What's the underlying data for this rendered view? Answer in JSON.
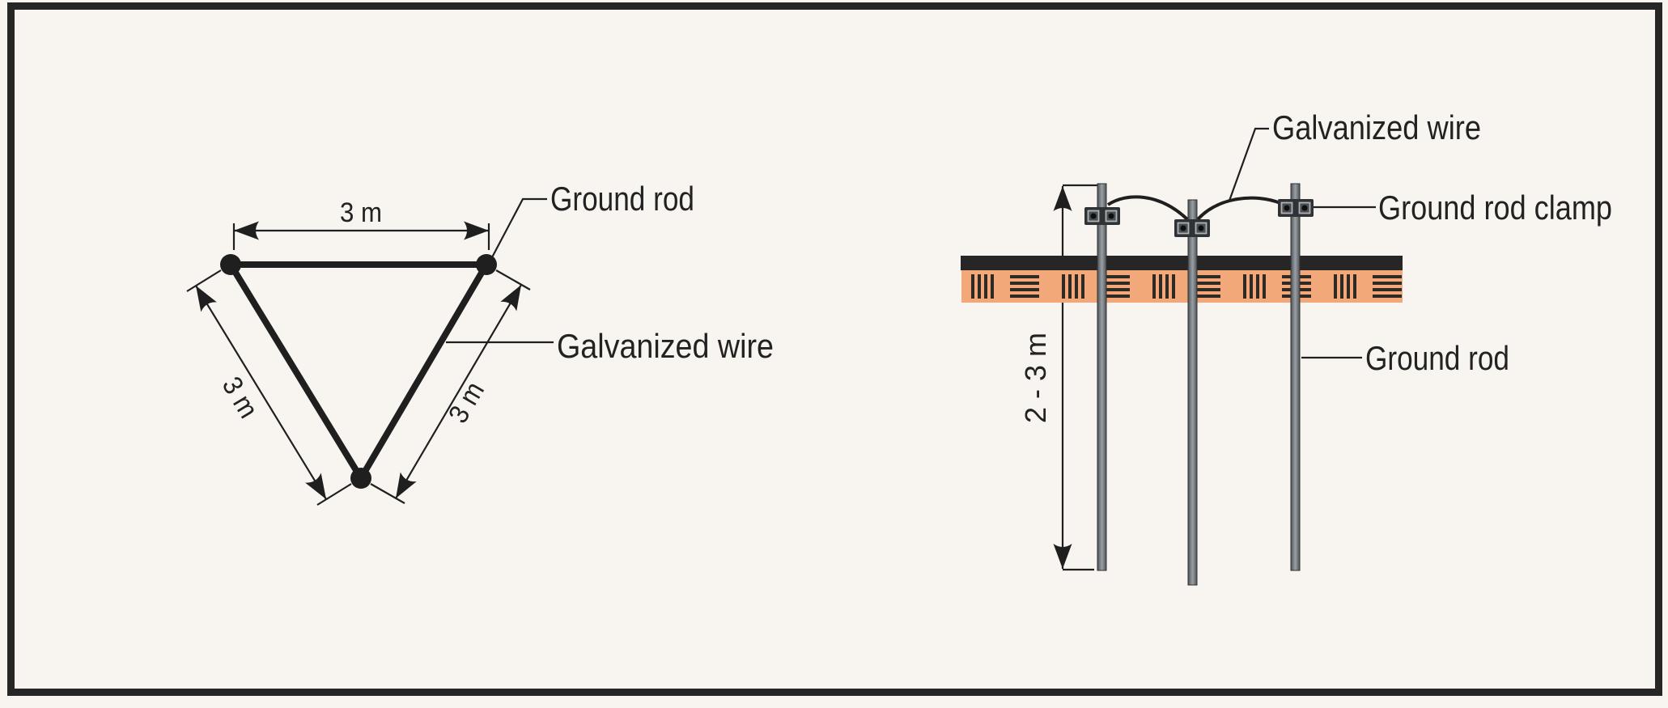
{
  "figure": {
    "description_note": "grounding-electrodes-diagram",
    "colors": {
      "background": "#f8f5f0",
      "frame": "#262626",
      "ink": "#1f1f1f",
      "soil": "#f2a878",
      "ground_bar": "#262626",
      "rod_gray": "#84898c"
    },
    "left_diagram": {
      "dim_top": "3 m",
      "dim_left": "3 m",
      "dim_right": "3 m",
      "ground_rod_label": "Ground rod",
      "galvanized_wire_label": "Galvanized wire"
    },
    "right_diagram": {
      "depth_label": "2 - 3 m",
      "galvanized_wire_label": "Galvanized wire",
      "ground_rod_clamp_label": "Ground rod clamp",
      "ground_rod_label": "Ground rod"
    }
  }
}
